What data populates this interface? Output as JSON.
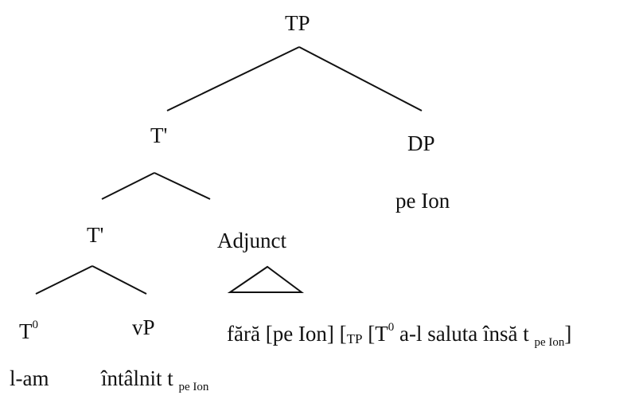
{
  "nodes": {
    "tp": "TP",
    "tbar_top": "T'",
    "dp": "DP",
    "dp_word": "pe Ion",
    "tbar_low": "T'",
    "adjunct": "Adjunct",
    "t0_base": "T",
    "t0_sup": "0",
    "vp": "vP"
  },
  "adjunct_phrase": {
    "part1": "fără [pe Ion] [",
    "tp_sub": "TP",
    "part2": " [",
    "t_base": "T",
    "t_sup": "0",
    "part3": " a-l saluta însă t ",
    "trace_sub": "pe Ion",
    "part4": "]"
  },
  "words": {
    "t0_word": "l-am",
    "vp_word": "întâlnit t ",
    "vp_trace_sub": "pe Ion"
  }
}
